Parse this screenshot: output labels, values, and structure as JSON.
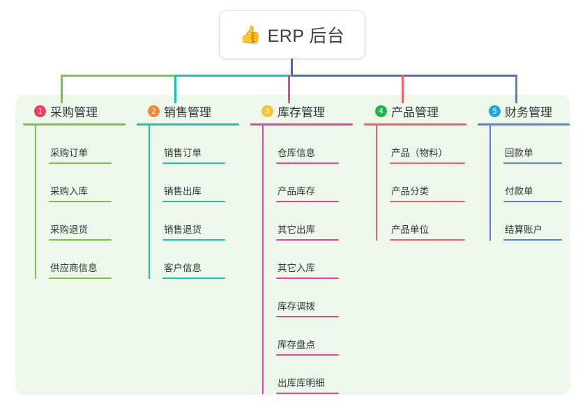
{
  "root": {
    "icon": "thumbs-up-icon",
    "emoji": "👍",
    "title": "ERP 后台"
  },
  "palette": {
    "panel_bg": "#eef8ea",
    "page_bg": "#ffffff",
    "title_text": "#3a3f47",
    "stem": "#4a5fd0",
    "green": "#7cc04a",
    "teal": "#19c4b0",
    "pink": "#e8449b",
    "blue": "#4a5fd0",
    "red": "#f2606a",
    "royal": "#5566d8"
  },
  "columns": [
    {
      "index": "1",
      "badge_color": "#ef3d5e",
      "line_color": "#7cc04a",
      "title": "采购管理",
      "items": [
        "采购订单",
        "采购入库",
        "采购退货",
        "供应商信息"
      ]
    },
    {
      "index": "2",
      "badge_color": "#f5873a",
      "line_color": "#19c4b0",
      "title": "销售管理",
      "items": [
        "销售订单",
        "销售出库",
        "销售退货",
        "客户信息"
      ]
    },
    {
      "index": "3",
      "badge_color": "#f7c52b",
      "line_color": "#e8449b",
      "title": "库存管理",
      "items": [
        "仓库信息",
        "产品库存",
        "其它出库",
        "其它入库",
        "库存调拨",
        "库存盘点",
        "出库库明细"
      ]
    },
    {
      "index": "4",
      "badge_color": "#22b24c",
      "line_color": "#f2606a",
      "title": "产品管理",
      "items": [
        "产品（物料）",
        "产品分类",
        "产品单位"
      ]
    },
    {
      "index": "5",
      "badge_color": "#19a9e0",
      "line_color": "#5a7fd6",
      "title": "财务管理",
      "items": [
        "回款单",
        "付款单",
        "结算账户"
      ]
    }
  ]
}
